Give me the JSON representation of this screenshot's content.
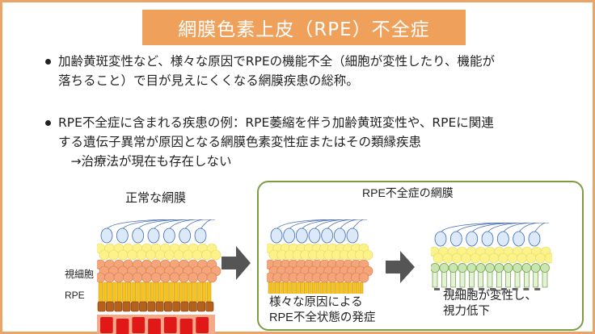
{
  "title": "網膜色素上皮（RPE）不全症",
  "bullets": [
    {
      "lines": [
        "加齢黄斑変性など、様々な原因でRPEの機能不全（細胞が変性したり、機能が",
        "落ちること）で目が見えにくくなる網膜疾患の総称。"
      ]
    },
    {
      "lines": [
        "RPE不全症に含まれる疾患の例：RPE萎縮を伴う加齢黄斑変性や、RPEに関連",
        "する遺伝子異常が原因となる網膜色素変性症またはその類縁疾患",
        "　→治療法が現在も存在しない"
      ]
    }
  ],
  "figure": {
    "normal_title": "正常な網膜",
    "rpe_title": "RPE不全症の網膜",
    "label_photoreceptor": "視細胞",
    "label_rpe": "RPE",
    "caption_mid": [
      "様々な原因による",
      "RPE不全状態の発症"
    ],
    "caption_right": [
      "視細胞が変性し、",
      "視力低下"
    ]
  },
  "colors": {
    "accent": "#EFA15C",
    "frame": "#E9A468",
    "box": "#7F9C45",
    "arrow": "#555555"
  }
}
